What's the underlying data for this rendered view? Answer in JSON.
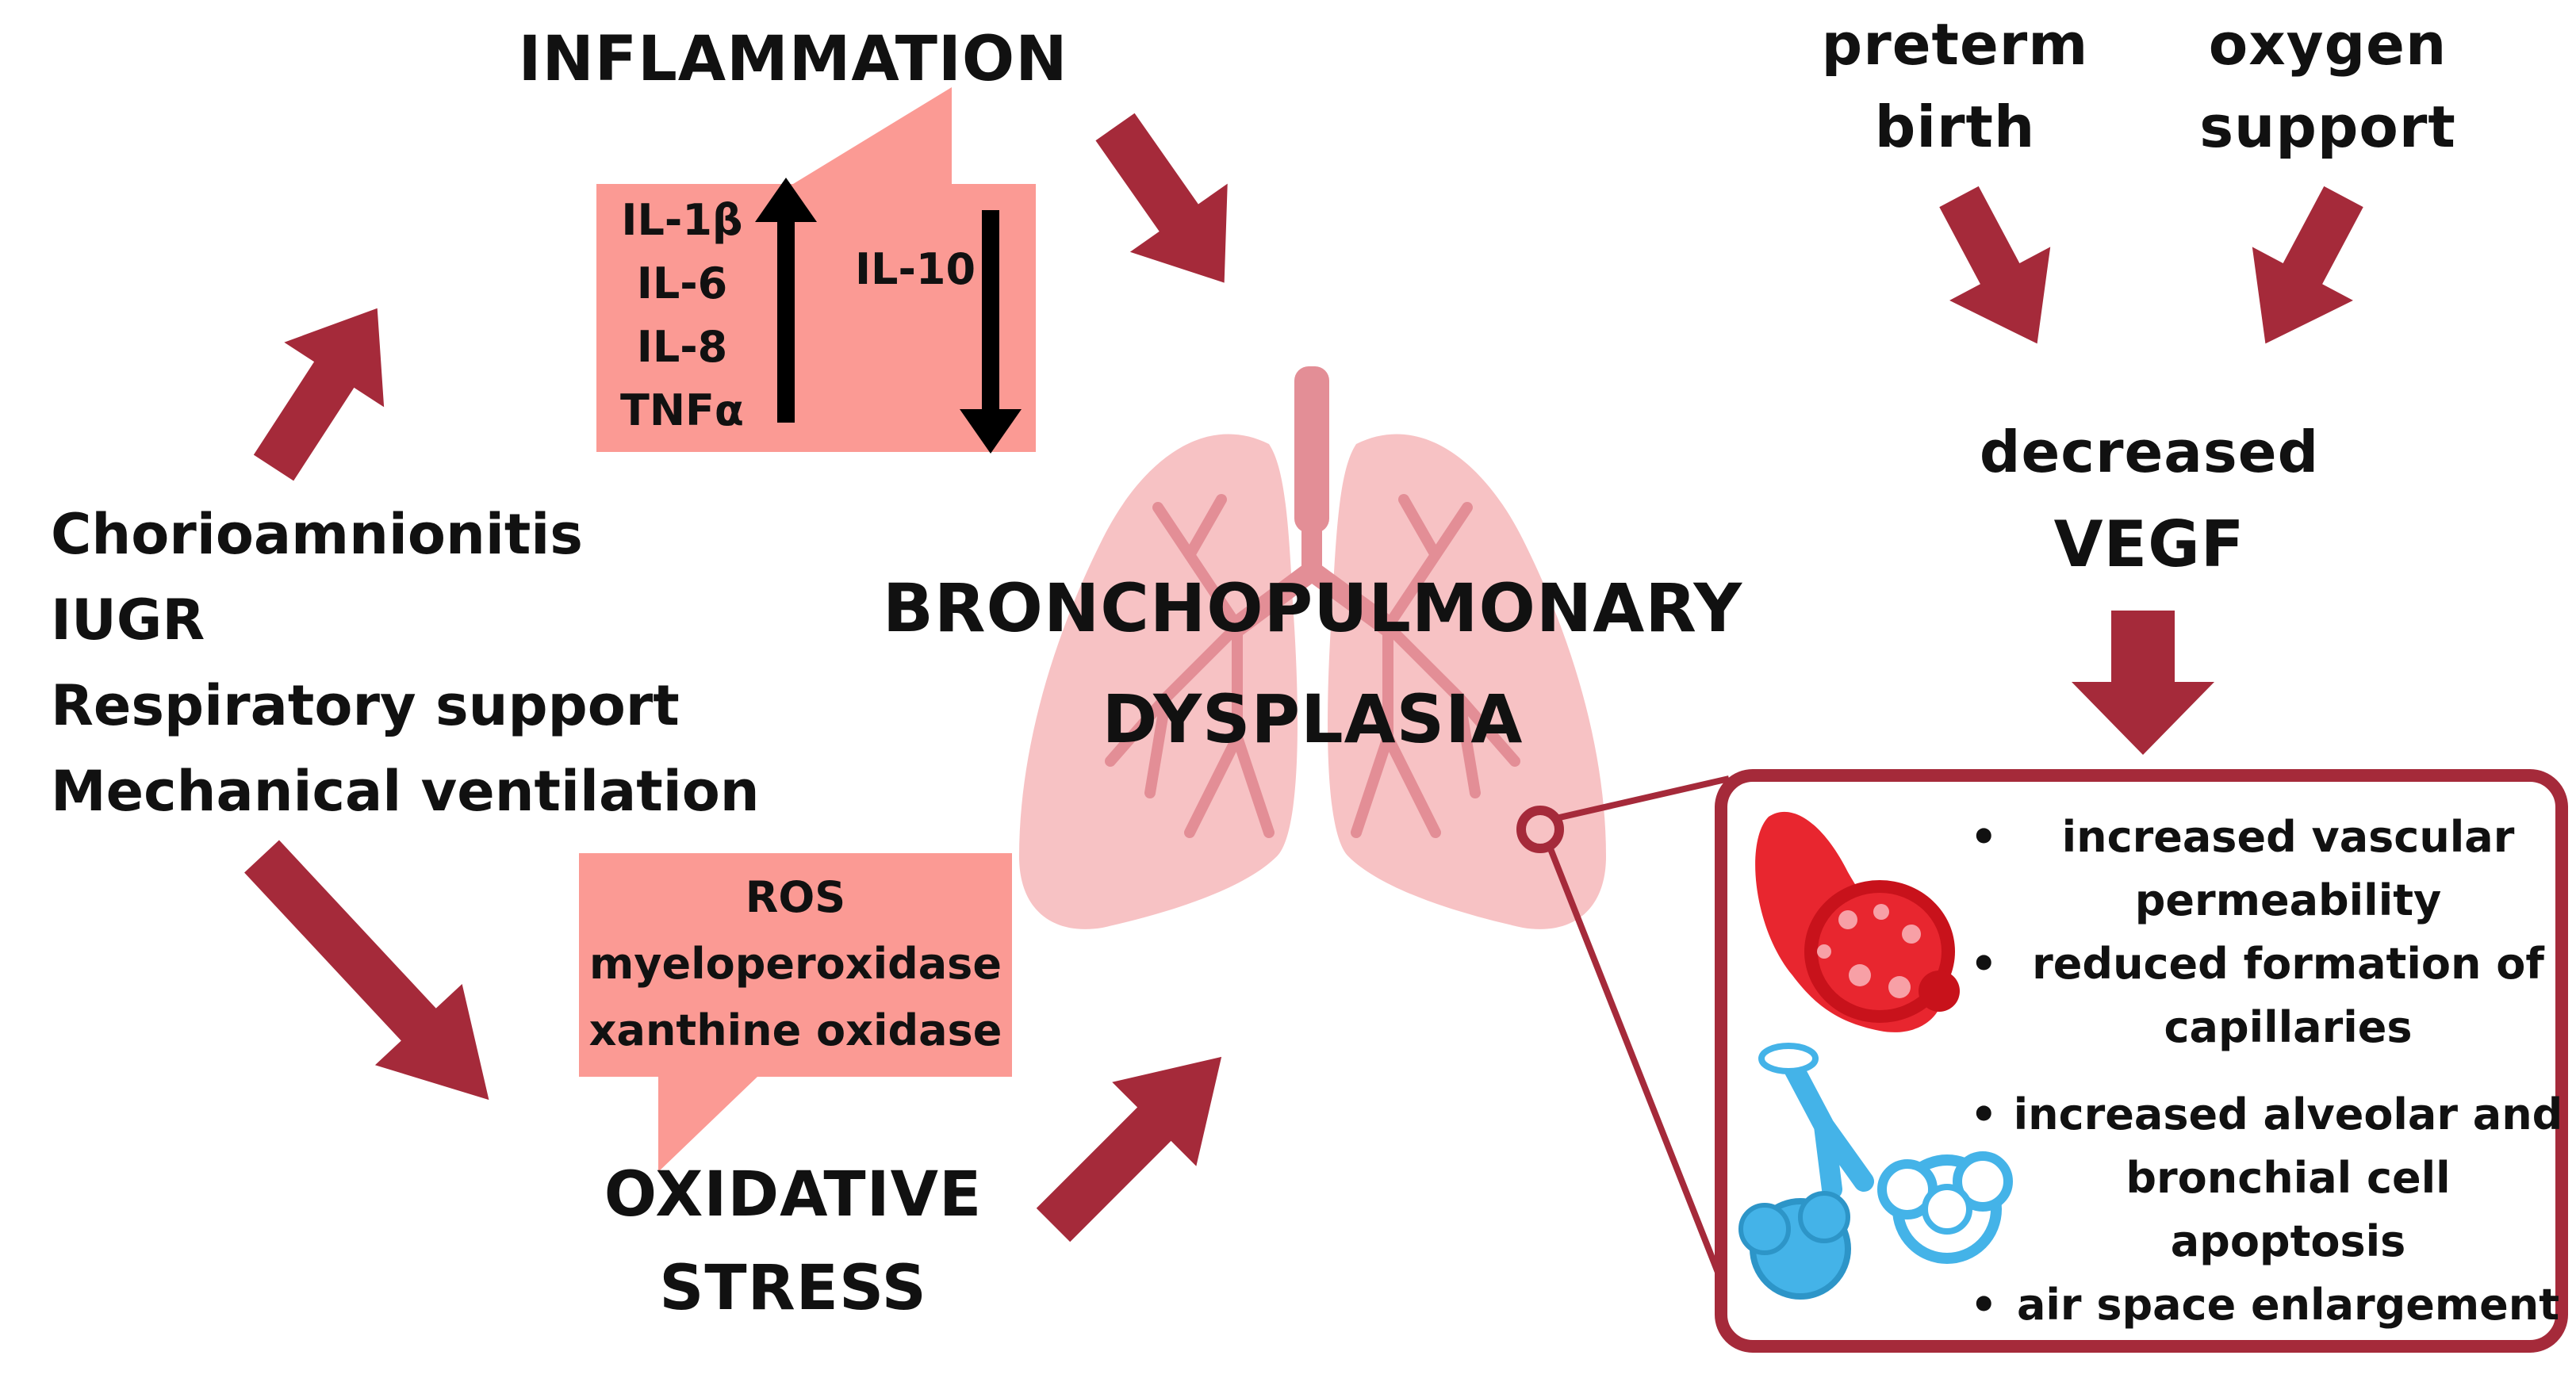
{
  "colors": {
    "arrow": "#a52a3a",
    "box": "#fb9a94",
    "lung_light": "#f7c2c4",
    "lung_dark": "#e38e96",
    "vessel": "#e8262f",
    "airway": "#44b3e8",
    "frame": "#a52a3a"
  },
  "inflammation": {
    "title": "INFLAMMATION",
    "up_markers": [
      "IL-1β",
      "IL-6",
      "IL-8",
      "TNFα"
    ],
    "down_markers": [
      "IL-10"
    ]
  },
  "oxidative": {
    "title_line1": "OXIDATIVE",
    "title_line2": "STRESS",
    "markers": [
      "ROS",
      "myeloperoxidase",
      "xanthine oxidase"
    ]
  },
  "causes": [
    "Chorioamnionitis",
    "IUGR",
    "Respiratory support",
    "Mechanical ventilation"
  ],
  "center": {
    "line1": "BRONCHOPULMONARY",
    "line2": "DYSPLASIA"
  },
  "vegf": {
    "preterm_line1": "preterm",
    "preterm_line2": "birth",
    "oxygen_line1": "oxygen",
    "oxygen_line2": "support",
    "decreased": "decreased",
    "vegf": "VEGF"
  },
  "effects": {
    "bullet": "•",
    "vascular": [
      [
        "increased vascular",
        "permeability"
      ],
      [
        "reduced formation of",
        "capillaries"
      ]
    ],
    "airway": [
      [
        "increased alveolar and",
        "bronchial cell",
        "apoptosis"
      ],
      [
        "air space enlargement"
      ]
    ]
  }
}
